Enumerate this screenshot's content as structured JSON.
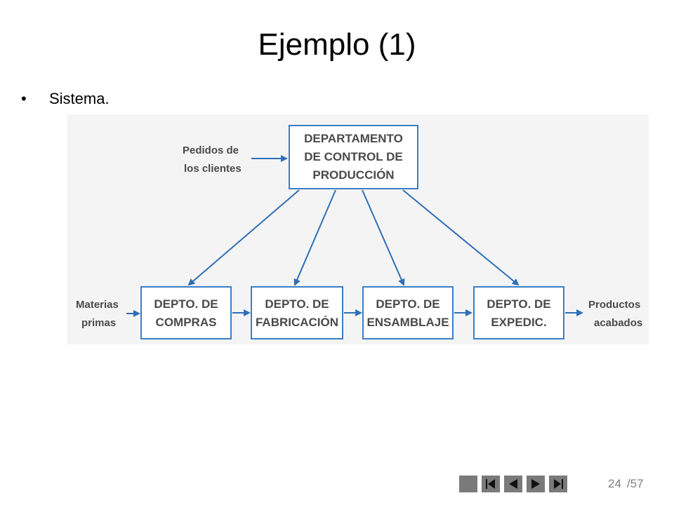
{
  "slide": {
    "title": "Ejemplo (1)",
    "bullet": "Sistema."
  },
  "diagram": {
    "top_box": {
      "lines": [
        "DEPARTAMENTO",
        "DE CONTROL DE",
        "PRODUCCIÓN"
      ]
    },
    "left_input": {
      "lines": [
        "Pedidos de",
        "los clientes"
      ]
    },
    "departments": [
      {
        "lines": [
          "DEPTO. DE",
          "COMPRAS"
        ]
      },
      {
        "lines": [
          "DEPTO. DE",
          "FABRICACIÓN"
        ]
      },
      {
        "lines": [
          "DEPTO. DE",
          "ENSAMBLAJE"
        ]
      },
      {
        "lines": [
          "DEPTO. DE",
          "EXPEDIC."
        ]
      }
    ],
    "raw_input": {
      "lines": [
        "Materias",
        "primas"
      ]
    },
    "output": {
      "lines": [
        "Productos",
        "acabados"
      ]
    },
    "colors": {
      "box_border": "#3b7fc4",
      "arrow": "#2f6fb5",
      "text": "#4a4a4a",
      "panel_bg": "#f4f4f4"
    }
  },
  "navigation": {
    "buttons": [
      "stop-icon",
      "first-slide-icon",
      "previous-slide-icon",
      "next-slide-icon",
      "last-slide-icon"
    ],
    "current_page": "24",
    "total_pages": "/57"
  }
}
